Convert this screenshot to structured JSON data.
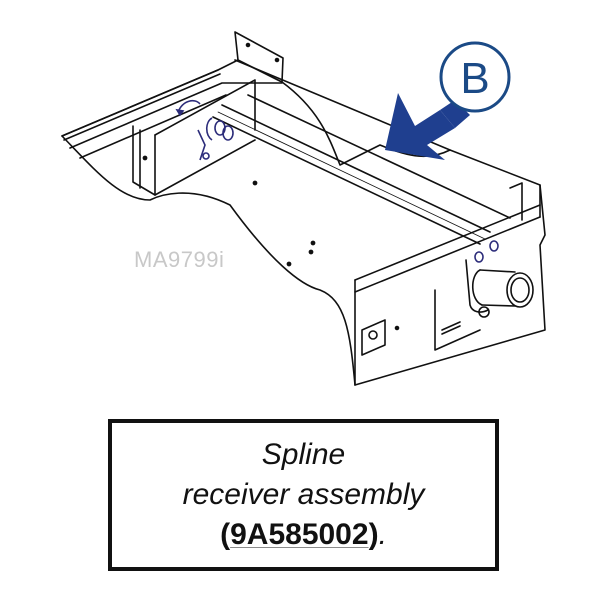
{
  "diagram": {
    "watermark": "MA9799i",
    "callout": {
      "letter": "B",
      "color": "#1b4a86",
      "arrow_color": "#1f3f8f"
    },
    "caption": {
      "line1": "Spline",
      "line2": "receiver assembly",
      "part_open": "(",
      "part_number": "9A585002",
      "part_close": ")",
      "period": "."
    },
    "colors": {
      "line": "#111111",
      "highlight_parts": "#2c2c7a",
      "border": "#111111"
    }
  }
}
